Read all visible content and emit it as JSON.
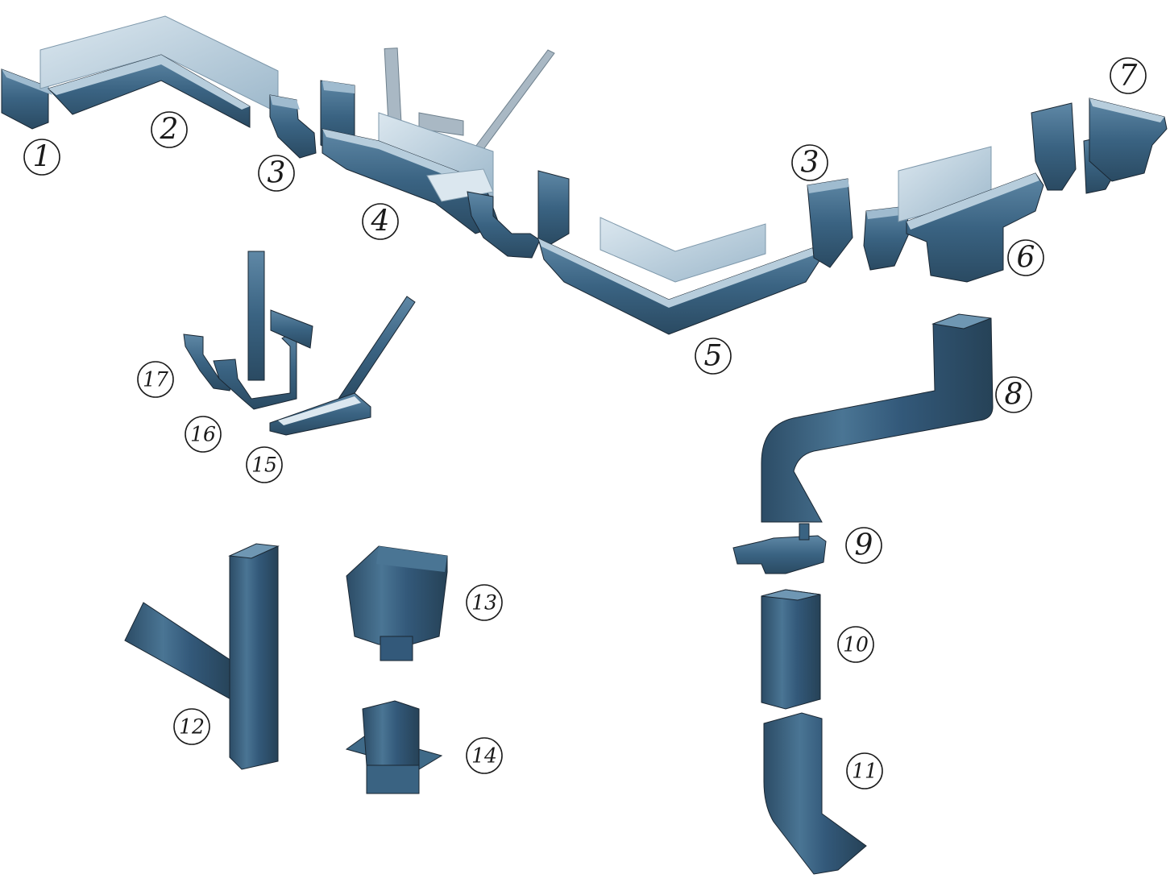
{
  "colors": {
    "metal_dark": "#2e5068",
    "metal_mid": "#3f6a88",
    "metal_light": "#6f97b3",
    "metal_inner": "#c9dbe7",
    "bracket_gray": "#a9b8c4",
    "outline": "#1a2733"
  },
  "callouts": [
    {
      "id": "1",
      "label": "1"
    },
    {
      "id": "2",
      "label": "2"
    },
    {
      "id": "3a",
      "label": "3"
    },
    {
      "id": "4",
      "label": "4"
    },
    {
      "id": "5",
      "label": "5"
    },
    {
      "id": "3b",
      "label": "3"
    },
    {
      "id": "6",
      "label": "6"
    },
    {
      "id": "7",
      "label": "7"
    },
    {
      "id": "8",
      "label": "8"
    },
    {
      "id": "9",
      "label": "9"
    },
    {
      "id": "10",
      "label": "10"
    },
    {
      "id": "11",
      "label": "11"
    },
    {
      "id": "12",
      "label": "12"
    },
    {
      "id": "13",
      "label": "13"
    },
    {
      "id": "14",
      "label": "14"
    },
    {
      "id": "15",
      "label": "15"
    },
    {
      "id": "16",
      "label": "16"
    },
    {
      "id": "17",
      "label": "17"
    }
  ]
}
